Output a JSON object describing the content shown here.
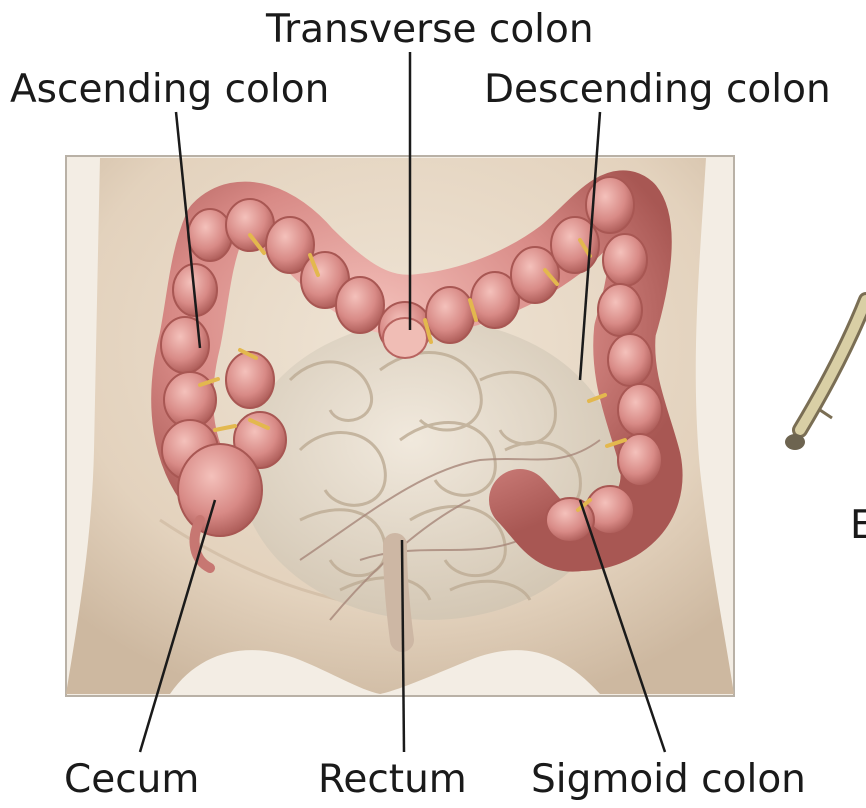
{
  "labels": {
    "transverse_colon": "Transverse colon",
    "ascending_colon": "Ascending colon",
    "descending_colon": "Descending colon",
    "cecum": "Cecum",
    "rectum": "Rectum",
    "sigmoid_colon": "Sigmoid colon",
    "cutoff_letter": "E"
  },
  "colors": {
    "skin": "#e8d9c6",
    "colon": "#d88a86",
    "colon_dark": "#b86460",
    "small_intestine": "#e7dccd",
    "vessel": "#e3b84e",
    "leader_line": "#1a1a1a"
  }
}
